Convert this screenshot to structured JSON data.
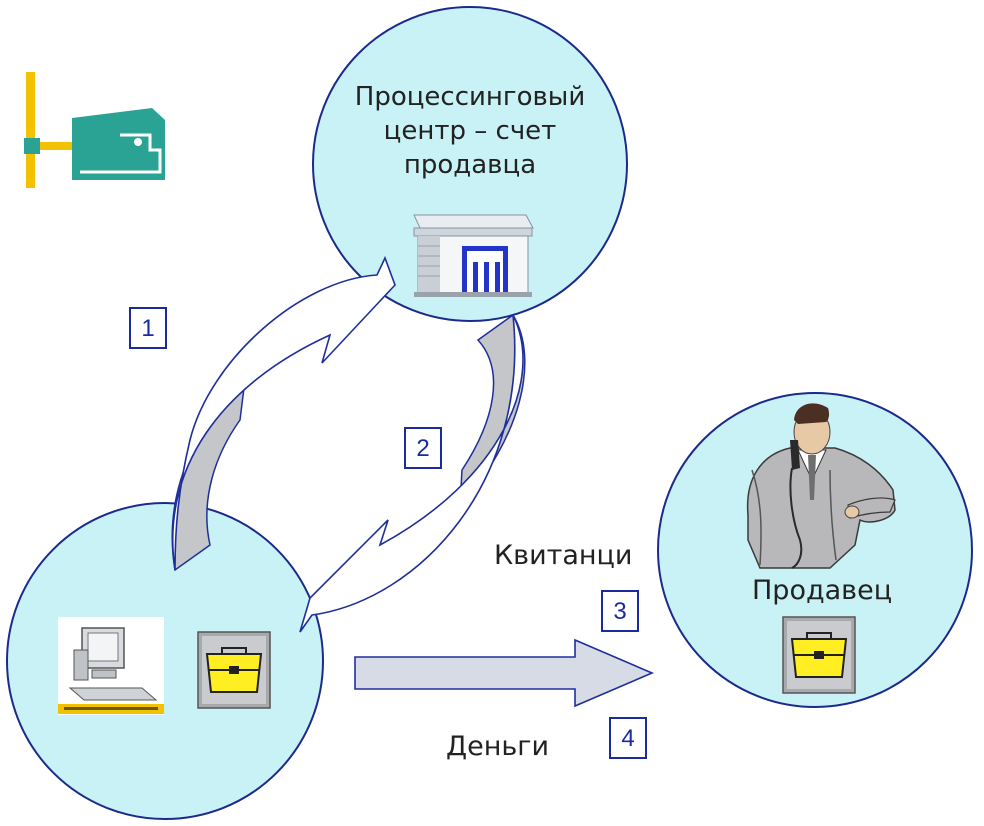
{
  "nodes": {
    "processing_center": {
      "title_lines": [
        "Процессинговый",
        "центр – счет",
        "продавца"
      ]
    },
    "seller": {
      "label": "Продавец"
    }
  },
  "steps": {
    "s1": "1",
    "s2": "2",
    "s3": "3",
    "s4": "4"
  },
  "flows": {
    "receipts_label": "Квитанци",
    "money_label": "Деньги"
  },
  "colors": {
    "circle_fill": "#c8f2f5",
    "circle_stroke": "#1b2a8c",
    "arrow_stroke": "#1f2f9a",
    "arrow_gray": "#c4c6ca",
    "wallet_teal": "#2aa394",
    "post_yellow": "#f2c200",
    "briefcase_yellow": "#ffee22"
  }
}
